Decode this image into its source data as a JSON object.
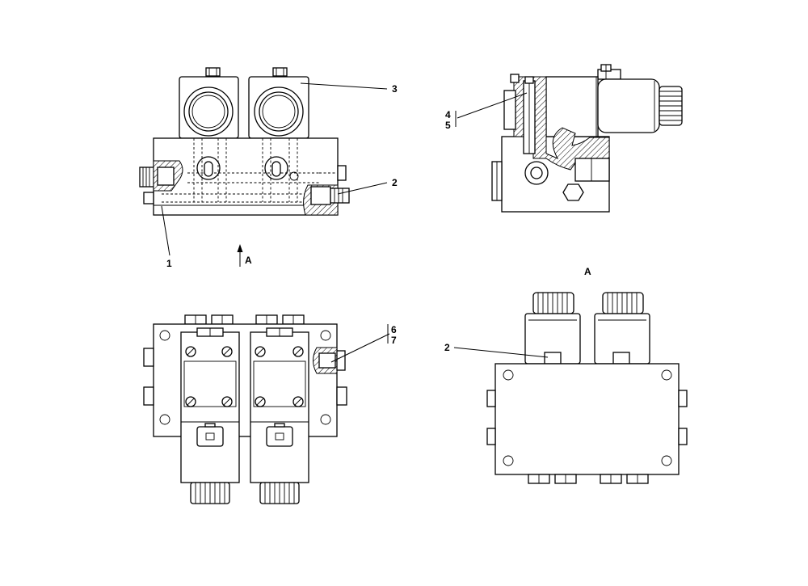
{
  "callouts": {
    "c1": "1",
    "c2_front": "2",
    "c3": "3",
    "c4": "4",
    "c5": "5",
    "c6": "6",
    "c7": "7",
    "c2_viewA": "2"
  },
  "view_arrow_label": "A",
  "view_a_title": "A"
}
